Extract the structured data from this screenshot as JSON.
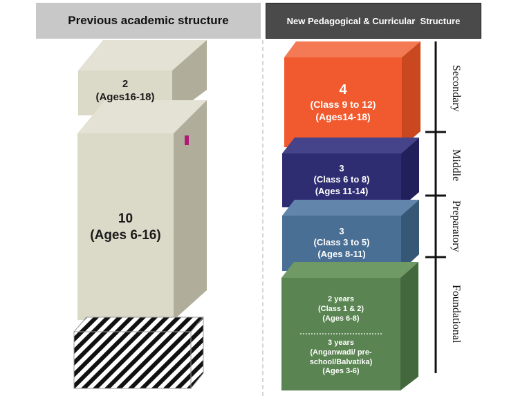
{
  "headers": {
    "left": "Previous academic structure",
    "right": "New Pedagogical & Curricular  Structure"
  },
  "old_structure": [
    {
      "years": "2",
      "ages": "(Ages16-18)"
    },
    {
      "years": "10",
      "ages": "(Ages 6-16)"
    }
  ],
  "new_structure": [
    {
      "years": "4",
      "classes": "(Class 9 to 12)",
      "ages": "(Ages14-18)"
    },
    {
      "years": "3",
      "classes": "(Class 6 to 8)",
      "ages": "(Ages 11-14)"
    },
    {
      "years": "3",
      "classes": "(Class 3 to 5)",
      "ages": "(Ages 8-11)"
    },
    {
      "top": {
        "years": "2 years",
        "classes": "(Class 1 & 2)",
        "ages": "(Ages 6-8)"
      },
      "bottom": {
        "years": "3 years",
        "line2": "(Anganwadi/ pre-",
        "line3": "school/Balvatika)",
        "ages": "(Ages 3-6)"
      }
    }
  ],
  "stages": [
    "Secondary",
    "Middle",
    "Preparatory",
    "Foundational"
  ],
  "colors": {
    "old_front": "#dbd9c8",
    "old_top": "#e6e4d6",
    "old_side": "#b2b09c",
    "secondary": "#f15a2e",
    "middle": "#2f2d72",
    "preparatory": "#4a6f94",
    "foundational": "#5a8452",
    "marker": "#b0197a"
  }
}
